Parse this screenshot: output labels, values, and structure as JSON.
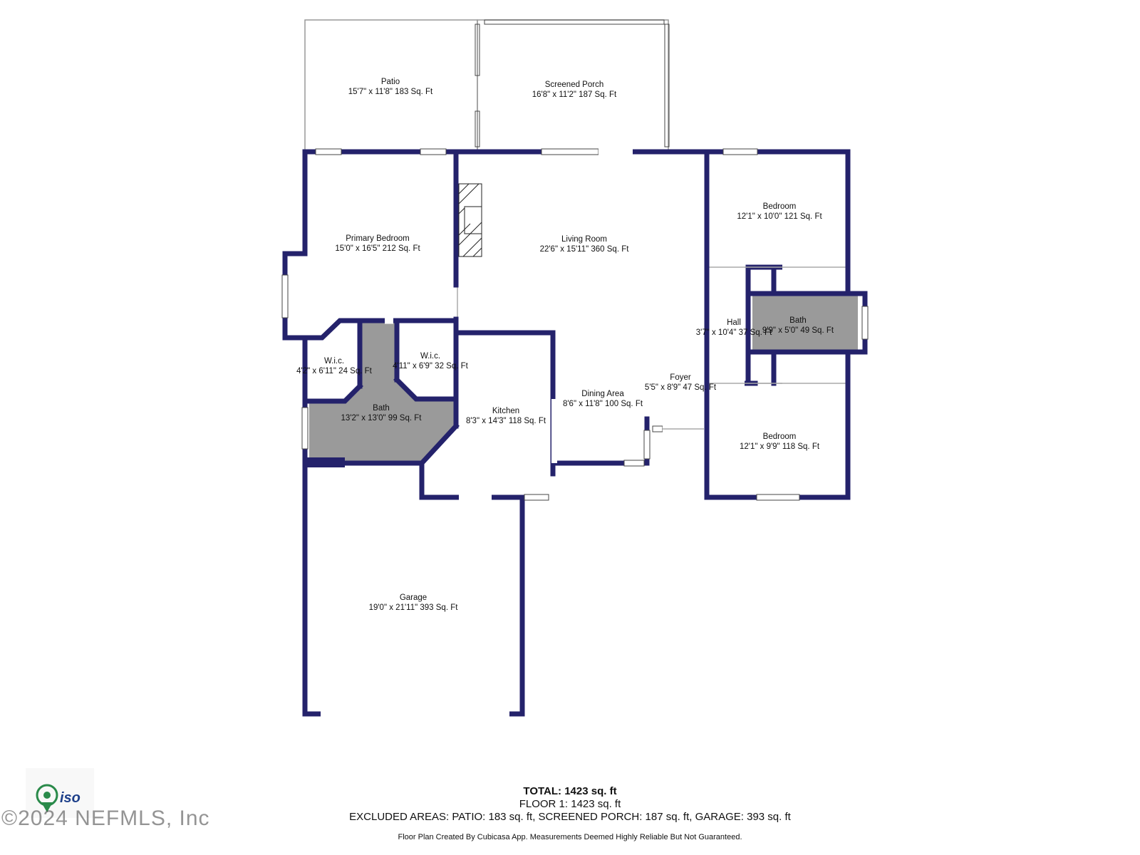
{
  "rooms": {
    "patio": {
      "name": "Patio",
      "dims": "15'7\" x 11'8\" 183 Sq. Ft"
    },
    "screened_porch": {
      "name": "Screened Porch",
      "dims": "16'8\" x 11'2\" 187 Sq. Ft"
    },
    "primary_bedroom": {
      "name": "Primary Bedroom",
      "dims": "15'0\" x 16'5\" 212 Sq. Ft"
    },
    "living_room": {
      "name": "Living Room",
      "dims": "22'6\" x 15'11\" 360 Sq. Ft"
    },
    "bedroom_1": {
      "name": "Bedroom",
      "dims": "12'1\" x 10'0\" 121 Sq. Ft"
    },
    "hall": {
      "name": "Hall",
      "dims": "3'7\" x 10'4\" 37 Sq. Ft"
    },
    "bath_hall": {
      "name": "Bath",
      "dims": "9'9\" x 5'0\" 49 Sq. Ft"
    },
    "wic_1": {
      "name": "W.i.c.",
      "dims": "4'2\" x 6'11\" 24 Sq. Ft"
    },
    "wic_2": {
      "name": "W.i.c.",
      "dims": "4'11\" x 6'9\" 32 Sq. Ft"
    },
    "bath_primary": {
      "name": "Bath",
      "dims": "13'2\" x 13'0\" 99 Sq. Ft"
    },
    "kitchen": {
      "name": "Kitchen",
      "dims": "8'3\" x 14'3\" 118 Sq. Ft"
    },
    "dining_area": {
      "name": "Dining Area",
      "dims": "8'6\" x 11'8\" 100 Sq. Ft"
    },
    "foyer": {
      "name": "Foyer",
      "dims": "5'5\" x 8'9\" 47 Sq. Ft"
    },
    "bedroom_2": {
      "name": "Bedroom",
      "dims": "12'1\" x 9'9\" 118 Sq. Ft"
    },
    "garage": {
      "name": "Garage",
      "dims": "19'0\" x 21'11\" 393 Sq. Ft"
    }
  },
  "summary": {
    "total_label": "TOTAL:",
    "total_value": "1423 sq. ft",
    "floor": "FLOOR 1: 1423 sq. ft",
    "excluded": "EXCLUDED AREAS: PATIO: 183 sq. ft, SCREENED PORCH: 187 sq. ft, GARAGE: 393 sq. ft",
    "disclaimer": "Floor Plan Created By Cubicasa App. Measurements Deemed Highly Reliable But Not Guaranteed."
  },
  "watermark": {
    "logo_text": "iso",
    "copyright": "©2024 NEFMLS, Inc"
  },
  "colors": {
    "wall": "#24226b",
    "bath_fill": "#9a9a9a",
    "thin_line": "#888888"
  }
}
